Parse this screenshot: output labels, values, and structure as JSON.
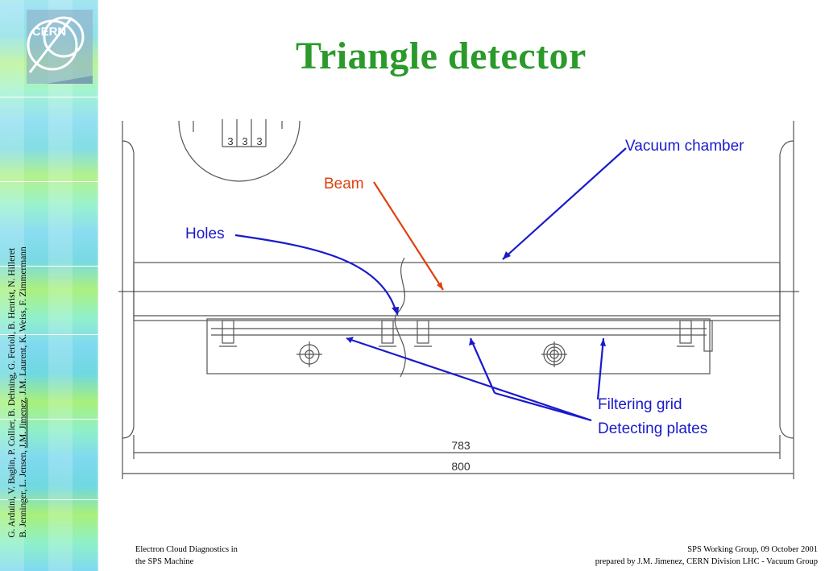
{
  "slide": {
    "title": "Triangle detector",
    "logo_text": "CERN",
    "authors": {
      "line1": "G. Arduini, V. Baglin, P. Collier, B. Dehning, G. Ferioli, B. Henrist, N. Hilleret",
      "line2_a": "B. Jenninger, L. Jensen, ",
      "line2_underlined": "J.M. Jimenez",
      "line2_b": ", J.M. Laurent, K. Weiss, F. Zimmermann"
    }
  },
  "drawing": {
    "labels": {
      "vacuum_chamber": "Vacuum chamber",
      "beam": "Beam",
      "holes": "Holes",
      "filtering_grid": "Filtering grid",
      "detecting_plates": "Detecting plates"
    },
    "dimensions": {
      "inner": "783",
      "outer": "800",
      "hole_spacing_1": "3",
      "hole_spacing_2": "3",
      "hole_spacing_3": "3"
    },
    "colors": {
      "label_blue": "#1a1acc",
      "beam_red": "#e04010",
      "line_gray": "#555555"
    }
  },
  "footer": {
    "left_line1": "Electron Cloud Diagnostics in",
    "left_line2": "the SPS Machine",
    "right_line1": "SPS Working Group, 09 October 2001",
    "right_line2": "prepared by J.M. Jimenez, CERN Division LHC - Vacuum Group"
  }
}
